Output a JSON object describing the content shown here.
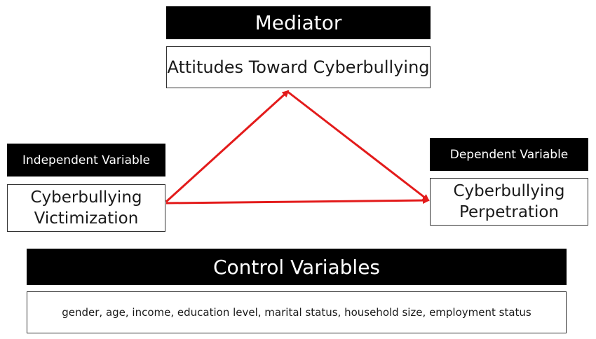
{
  "mediator": {
    "header": "Mediator",
    "label": "Attitudes Toward Cyberbullying"
  },
  "independent": {
    "header": "Independent Variable",
    "label_line1": "Cyberbullying",
    "label_line2": "Victimization"
  },
  "dependent": {
    "header": "Dependent Variable",
    "label_line1": "Cyberbullying",
    "label_line2": "Perpetration"
  },
  "control": {
    "header": "Control Variables",
    "label": "gender, age, income, education level, marital status, household size, employment status"
  },
  "colors": {
    "arrow": "#e31b1b",
    "header_bg": "#000000",
    "header_text": "#ffffff"
  }
}
